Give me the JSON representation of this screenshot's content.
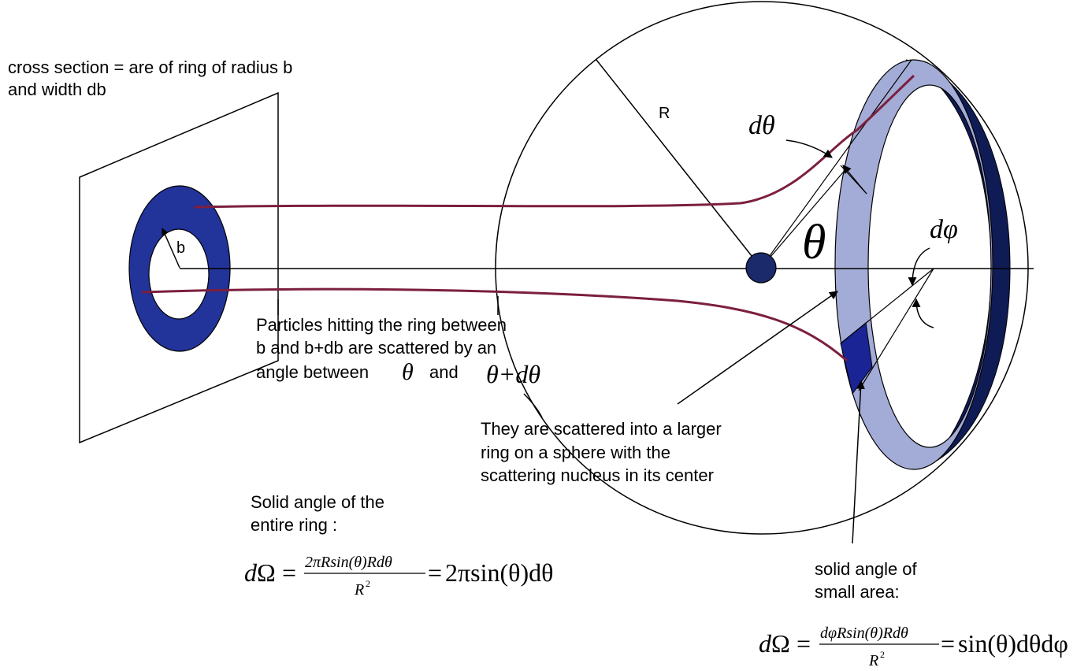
{
  "colors": {
    "trajectory": "#7c1f3e",
    "ring_dark_blue": "#22339a",
    "ring_light_blue": "#a3acd6",
    "ring_navy": "#0f1b55",
    "small_area": "#1a2494",
    "nucleus": "#1b2a6b",
    "line": "#000000"
  },
  "labels": {
    "cross_section_line1": "cross section = are of ring of radius b",
    "cross_section_line2": "and width db",
    "b": "b",
    "R": "R",
    "particles_line1": "Particles hitting the ring between",
    "particles_line2": "b and b+db are scattered by an",
    "particles_line3": "angle between",
    "particles_and": "and",
    "theta": "θ",
    "theta_plus_dtheta": "θ+dθ",
    "dtheta": "dθ",
    "dphi": "dφ",
    "theta_big": "θ",
    "scattered_line1": "They are scattered into a larger",
    "scattered_line2": "ring on a sphere with the",
    "scattered_line3": "scattering nucleus in its center",
    "solid_ring_line1": "Solid angle of the",
    "solid_ring_line2": "entire ring :",
    "solid_small_line1": "solid angle of",
    "solid_small_line2": "small area:"
  },
  "equations": {
    "ring": {
      "lhs": "dΩ",
      "eq1": "=",
      "numerator": "2πRsin(θ)Rdθ",
      "denominator": "R",
      "denominator_exp": "2",
      "eq2": "=",
      "rhs": "2πsin(θ)dθ"
    },
    "small": {
      "lhs": "dΩ",
      "eq1": "=",
      "numerator": "dφRsin(θ)Rdθ",
      "denominator": "R",
      "denominator_exp": "2",
      "eq2": "=",
      "rhs": "sin(θ)dθdφ"
    }
  }
}
